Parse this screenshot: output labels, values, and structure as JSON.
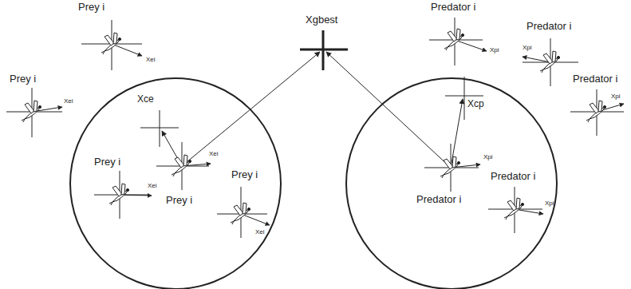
{
  "diagram": {
    "labels": [
      "Prey i",
      "Predator i",
      "Xgbest",
      "Predator i",
      "Xei",
      "Xpi",
      "Xpi",
      "Prey i",
      "Xcp",
      "Predator i",
      "Xce",
      "Xpi",
      "Xei",
      "Xei",
      "Prey i",
      "Prey i",
      "Xpi",
      "Predator i",
      "Xei",
      "Predator i",
      "Prey i",
      "Xpi",
      "Xei"
    ]
  }
}
